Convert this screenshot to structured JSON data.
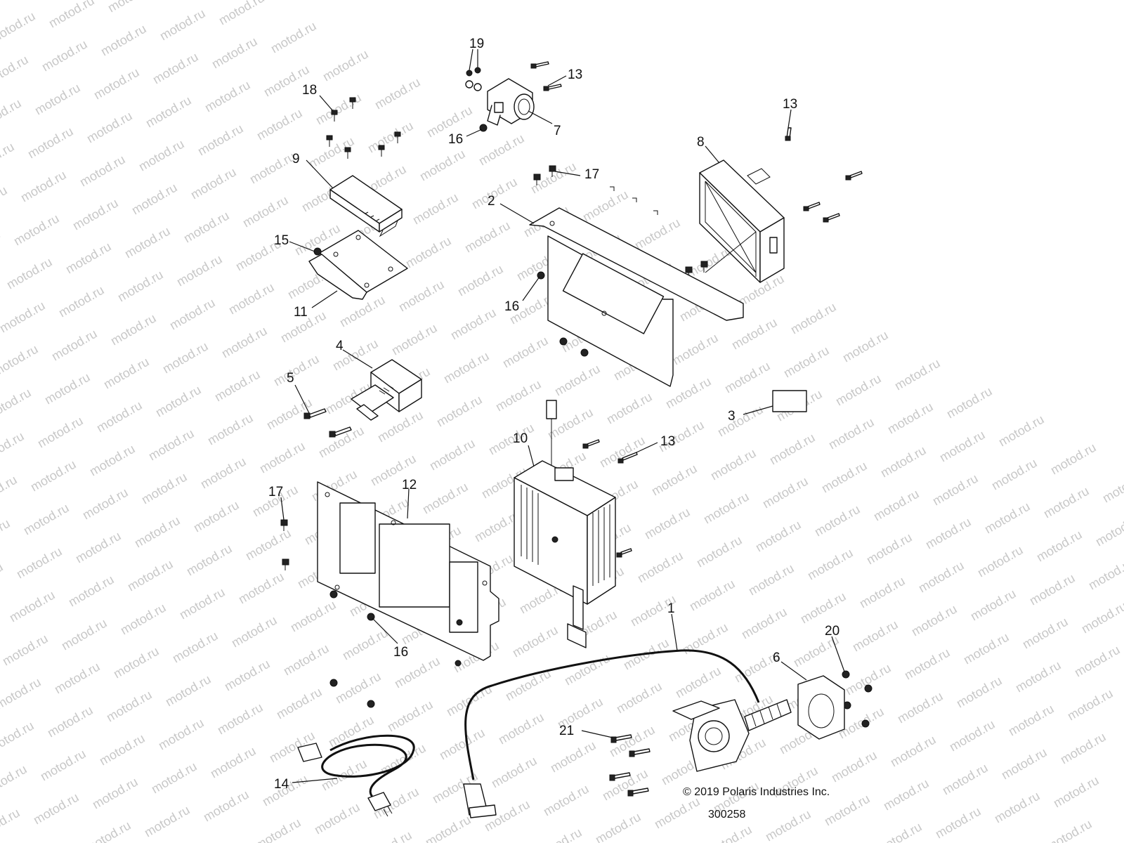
{
  "watermark": "motod.ru",
  "copyright": "© 2019 Polaris Industries Inc.",
  "drawing_number": "300258",
  "callouts": {
    "c1": "1",
    "c2": "2",
    "c3": "3",
    "c4": "4",
    "c5": "5",
    "c6": "6",
    "c7": "7",
    "c8": "8",
    "c9": "9",
    "c10": "10",
    "c11": "11",
    "c12": "12",
    "c13a": "13",
    "c13b": "13",
    "c13c": "13",
    "c14": "14",
    "c15": "15",
    "c16a": "16",
    "c16b": "16",
    "c16c": "16",
    "c17a": "17",
    "c17b": "17",
    "c18": "18",
    "c19": "19",
    "c20": "20",
    "c21": "21"
  }
}
